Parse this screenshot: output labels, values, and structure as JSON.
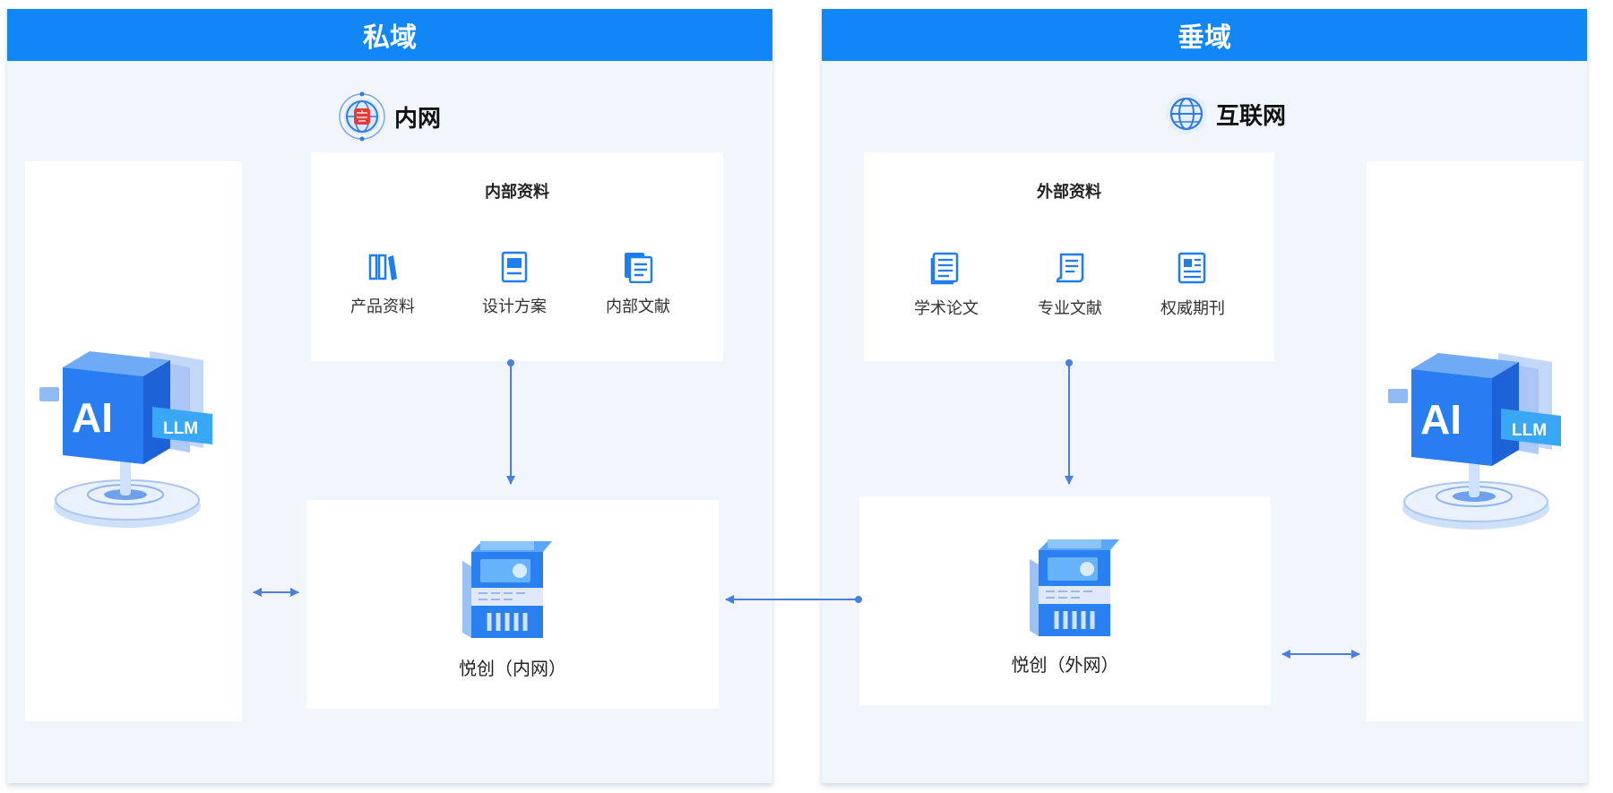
{
  "private_domain": {
    "header": "私域",
    "network_label": "内网",
    "resources": {
      "title": "内部资料",
      "items": [
        {
          "label": "产品资料",
          "icon": "books-icon"
        },
        {
          "label": "设计方案",
          "icon": "document-icon"
        },
        {
          "label": "内部文献",
          "icon": "files-icon"
        }
      ]
    },
    "node_label": "悦创（内网）"
  },
  "vertical_domain": {
    "header": "垂域",
    "network_label": "互联网",
    "resources": {
      "title": "外部资料",
      "items": [
        {
          "label": "学术论文",
          "icon": "paper-icon"
        },
        {
          "label": "专业文献",
          "icon": "scroll-icon"
        },
        {
          "label": "权威期刊",
          "icon": "newspaper-icon"
        }
      ]
    },
    "node_label": "悦创（外网）"
  },
  "ai_badge": {
    "main": "AI",
    "sub": "LLM"
  },
  "colors": {
    "header": "#1187f7",
    "panel_bg": "#f1f6fd",
    "arrow": "#4a7fe0",
    "icon": "#1e7ef0"
  }
}
